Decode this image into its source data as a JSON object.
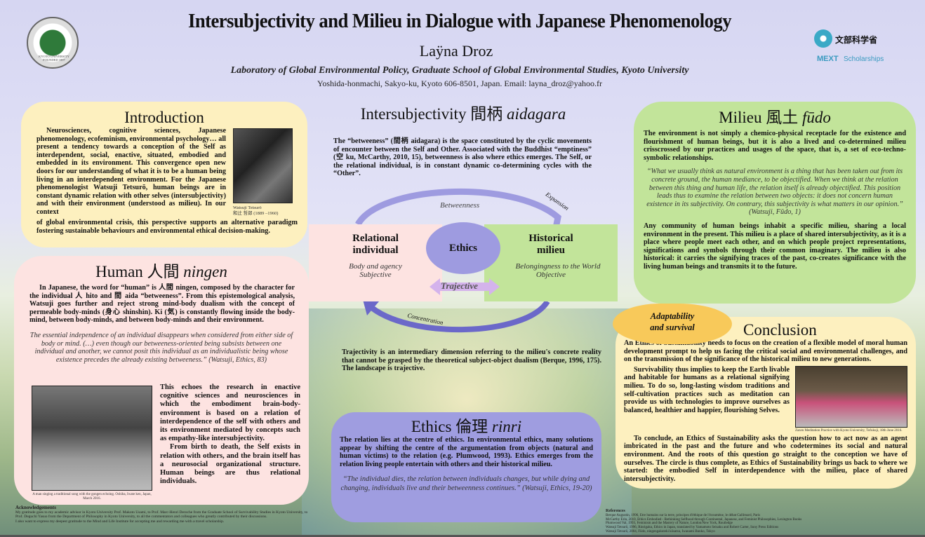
{
  "header": {
    "title": "Intersubjectivity and Milieu in Dialogue with Japanese Phenomenology",
    "author": "Laÿna Droz",
    "affiliation": "Laboratory of Global Environmental Policy, Graduate School of Global Environmental Studies, Kyoto University",
    "address": "Yoshida-honmachi, Sakyo-ku, Kyoto 606-8501, Japan. Email: layna_droz@yahoo.fr",
    "logo_left_text": "KYOTO UNIVERSITY FOUNDED 1897",
    "mext_kanji": "文部科学省",
    "mext_label": "MEXT",
    "mext_sub": "Scholarships"
  },
  "intro": {
    "title": "Introduction",
    "text1": "Neurosciences, cognitive sciences, Japanese phenomenology, ecofeminism, environmental psychology… all present a tendency towards a conception of the Self as interdependent, social, enactive, situated, embodied and embedded in its environment. This convergence open new doors for our understanding of what it is to be a human being living in an interdependent environment. For the Japanese phenomenologist Watsuji Tetsurō, human beings are in constant dynamic relation with other selves (intersubjectivity) and with their environment (understood as milieu). In our context",
    "text2": "of global environmental crisis, this perspective supports an alternative paradigm fostering sustainable behaviours and environmental ethical decision-making.",
    "photo_caption1": "Watsuji Tetsurō",
    "photo_caption2": "和辻 哲郎 (1889 –1960)"
  },
  "human": {
    "title_en": "Human",
    "title_jp": "人間",
    "title_rom": "ningen",
    "text": "In Japanese, the word for “human” is 人間 ningen, composed by the character for the individual 人 hito and 間 aida “betweeness”. From this epistemological analysis, Watsuji goes further and reject strong mind-body dualism with the concept of permeable body-minds (身心 shinshin). Ki (気) is constantly flowing inside the body-mind, between body-minds, and between body-minds and their environment.",
    "quote": "The essential independence of an individual disappears when considered from either side of body or mind. (…) even though our betweeness-oriented being subsists between one individual and another, we cannot posit this individual as an individualistic being whose existence precedes the already existing betweeness.” (Watsuji, Ethics, 83)",
    "text2": "This echoes the research in enactive cognitive sciences and neurosciences in which the embodiment brain-body-environment is based on a relation of interdependence of the self with others and its environment mediated by concepts such as empathy-like intersubjectivity.",
    "text3": "From birth to death, the Self exists in relation with others, and the brain itself has a neurosocial organizational structure. Human beings are thus relational individuals.",
    "photo_caption": "A man singing a traditional song with the gongen echoing. Oshiba, Iwate ken, Japan, March 2016."
  },
  "ack": {
    "title": "Acknowledgements",
    "text": "My gratitude goes to my academic advisor in Kyoto University Prof. Makoto Usami, to Prof. Marc-Henri Deroche from the Graduate School of Survivability Studies in Kyoto University, to Prof. Deguchi Yasuo from the Department of Philosophy in Kyoto University, to all the commentators and colleagues who greatly contributed by their discussions.",
    "text2": "I also want to express my deepest gratitude to the Mind and Life Institute for accepting me and rewarding me with a travel scholarship."
  },
  "inter": {
    "title_en": "Intersubjectivity",
    "title_jp": "間柄",
    "title_rom": "aidagara",
    "text": "The “betweeness” (間柄 aidagara) is the space constituted by the cyclic movements of encounter between the Self and Other. Associated with the Buddhist “emptiness” (空 ku, McCarthy, 2010, 15), betweenness is also where ethics emerges. The Self, or the relational individual, is in constant dynamic co-determining cycles with the “Other”.",
    "diagram": {
      "betweenness": "Betweenness",
      "expansion": "Expansion",
      "concentration": "Concentration",
      "left_title1": "Relational",
      "left_title2": "individual",
      "left_sub1": "Body and agency",
      "left_sub2": "Subjective",
      "center": "Ethics",
      "trajective": "Trajective",
      "right_title1": "Historical",
      "right_title2": "milieu",
      "right_sub1": "Belongingness to the World",
      "right_sub2": "Objective"
    },
    "traj_text": "Trajectivity is an intermediary dimension referring to the milieu's concrete reality that cannot be grasped by the theoretical subject-object dualism (Berque, 1996, 175). The landscape is trajective."
  },
  "ethics": {
    "title_en": "Ethics",
    "title_jp": "倫理",
    "title_rom": "rinri",
    "text": "The relation lies at the centre of ethics. In environmental ethics, many solutions appear by shifting the centre of the argumentation from objects (natural and human victims) to the relation (e.g. Plumwood, 1993). Ethics emerges from the relation living people entertain with others and their historical milieu.",
    "quote": "“The individual dies, the relation between individuals changes, but while dying and changing, individuals live and their betweenness continues.” (Watsuji, Ethics, 19-20)"
  },
  "milieu": {
    "title_en": "Milieu",
    "title_jp": "風土",
    "title_rom": "fūdo",
    "text": "The environment is not simply a chemico-physical receptacle for the existence and flourishment of human beings, but it is also a lived and co-determined milieu crisscrossed by our practices and usages of the space, that is, a set of eco-techno-symbolic relationships.",
    "quote": "“What we usually think as natural environment is a thing that has been taken out from its concrete ground, the human mediance, to be objectified. When we think at the relation between this thing and human life, the relation itself is already objectified. This position leads thus to examine the relation between two objects: it does not concern human existence in its subjectivity. On contrary, this subjectivity is what matters in our opinion.” (Watsuji, Fūdo, 1)",
    "text2": "Any community of human beings inhabit a specific milieu, sharing a local environment in the present. This milieu is a place of shared intersubjectivity, as it is a place where people meet each other, and on which people project representations, significations and symbols through their common imaginary. The milieu is also historical: it carries the signifying traces of the past, co-creates significance with the living human beings and transmits it to the future."
  },
  "cloud": {
    "line1": "Adaptability",
    "line2": "and survival"
  },
  "conclusion": {
    "title": "Conclusion",
    "text1": "An Ethics of Sustainability needs to focus on the creation of a flexible model of moral human development prompt to help us facing the critical social and environmental challenges, and on the transmission of the significance of the historical milieu to new generations.",
    "text2": "Survivability thus implies to keep the Earth livable and habitable for humans as a relational signifying milieu. To do so, long-lasting wisdom traditions and self-cultivation practices such as meditation can provide us with technologies to improve ourselves as balanced, healthier and happier, flourishing Selves.",
    "text3": "To conclude, an Ethics of Sustainability asks the question how to act now as an agent imbricated in the past and the future and who codetermines its social and natural environment. And the roots of this question go straight to the conception we have of ourselves. The circle is thus complete, as Ethics of Sustainability brings us back to where we started: the embodied Self in interdependence with the milieu, place of shared intersubjectivity.",
    "photo_caption": "Zazen Meditation Practice with Kyoto University, Tofukuji, 18th June 2016."
  },
  "references": {
    "title": "References",
    "items": [
      "Berque Augustin, 1996, Etre humains sur la terre, principes d'éthique de l'écoumène, le débat Gallimard, Paris",
      "McCarthy Erin, 2010, Ethics Embodied - Rethinking Selfhood through Continental, Japanese, and Feminist Philosophies, Lexington Books",
      "Plumwood Val, 1993, Feminism and the Mastery of Nature, London/New York, Routledge",
      "Watsuji Tetsurō, 1996, Rinrigaku, Ethics in Japan, translated by Yamamoto Seisaku and Robert Carter, Suny Press Editions",
      "Watsuji Tetsurō, 2004, Fūdo, ningengakuteki kōsatsu, Iwanami Bunko, Tokyo"
    ]
  }
}
